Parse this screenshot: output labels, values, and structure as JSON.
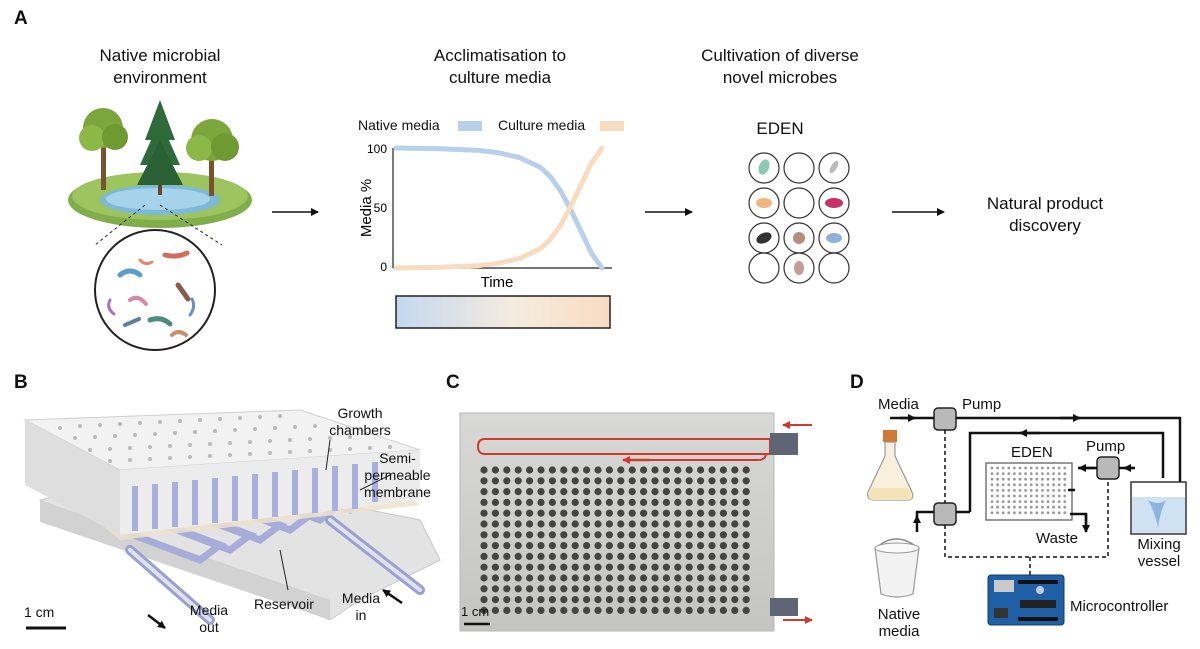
{
  "panels": {
    "a": {
      "letter": "A",
      "step1_title_l1": "Native microbial",
      "step1_title_l2": "environment",
      "step2_title_l1": "Acclimatisation to",
      "step2_title_l2": "culture media",
      "step3_title_l1": "Cultivation of diverse",
      "step3_title_l2": "novel microbes",
      "step4_title_l1": "Natural product",
      "step4_title_l2": "discovery",
      "eden_label": "EDEN",
      "legend_native": "Native media",
      "legend_culture": "Culture media",
      "colors": {
        "native": "#b8d0ea",
        "culture": "#f8dcc0"
      }
    },
    "b": {
      "letter": "B",
      "growth_l1": "Growth",
      "growth_l2": "chambers",
      "semi_l1": "Semi-",
      "semi_l2": "permeable",
      "semi_l3": "membrane",
      "reservoir": "Reservoir",
      "media_out_l1": "Media",
      "media_out_l2": "out",
      "media_in_l1": "Media",
      "media_in_l2": "in",
      "scale": "1 cm"
    },
    "c": {
      "letter": "C",
      "scale": "1 cm"
    },
    "d": {
      "letter": "D",
      "media": "Media",
      "pump_top": "Pump",
      "pump_right": "Pump",
      "eden": "EDEN",
      "waste": "Waste",
      "mixing_l1": "Mixing",
      "mixing_l2": "vessel",
      "native_l1": "Native",
      "native_l2": "media",
      "micro": "Microcontroller"
    }
  },
  "chart_data": {
    "type": "line",
    "xlabel": "Time",
    "ylabel": "Media %",
    "yticks": [
      "100",
      "50",
      "0"
    ],
    "ylim": [
      0,
      100
    ],
    "xlim": [
      0,
      1
    ],
    "series": [
      {
        "name": "Native media",
        "x": [
          0,
          0.2,
          0.4,
          0.5,
          0.6,
          0.7,
          0.75,
          0.8,
          0.85,
          0.9,
          0.95,
          1.0
        ],
        "values": [
          100,
          99.5,
          98,
          96,
          92,
          84,
          76,
          64,
          48,
          30,
          12,
          0
        ]
      },
      {
        "name": "Culture media",
        "x": [
          0,
          0.2,
          0.4,
          0.5,
          0.6,
          0.7,
          0.75,
          0.8,
          0.85,
          0.9,
          0.95,
          1.0
        ],
        "values": [
          0,
          0.5,
          2,
          4,
          8,
          16,
          24,
          36,
          52,
          70,
          88,
          100
        ]
      }
    ]
  }
}
